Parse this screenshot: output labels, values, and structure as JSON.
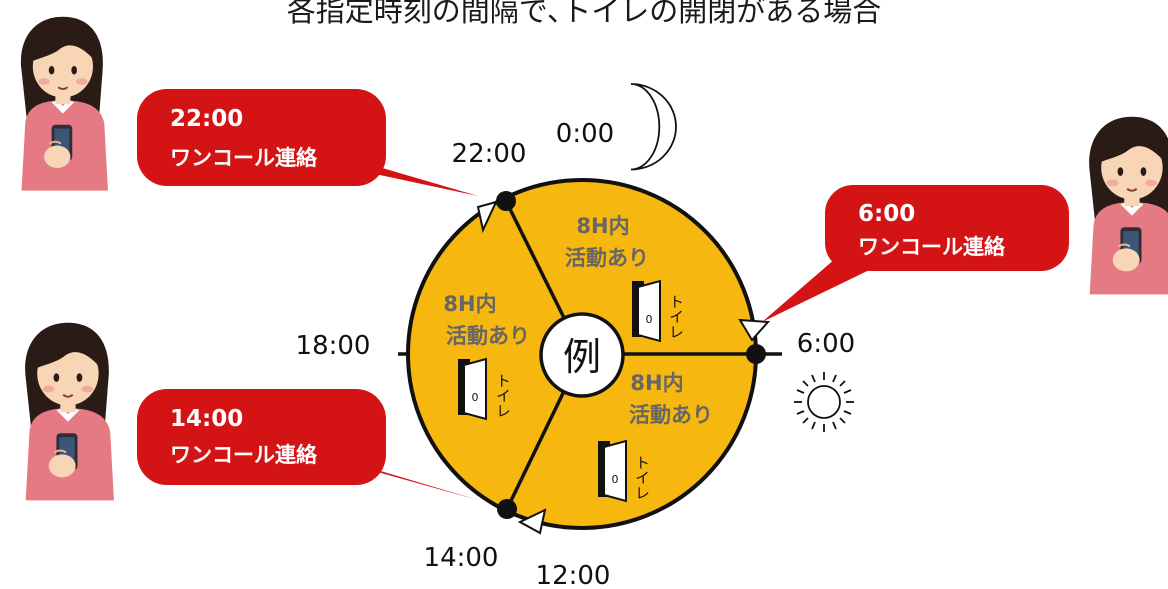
{
  "title": "各指定時刻の間隔で､トイレの開閉がある場合",
  "clock": {
    "center_label": "例",
    "hours": {
      "h0": "0:00",
      "h6": "6:00",
      "h12": "12:00",
      "h14": "14:00",
      "h18": "18:00",
      "h22": "22:00"
    },
    "segments": [
      {
        "line1": "8H内",
        "line2": "活動あり",
        "door_label": "トイレ",
        "door_mark": "0"
      },
      {
        "line1": "8H内",
        "line2": "活動あり",
        "door_label": "トイレ",
        "door_mark": "0"
      },
      {
        "line1": "8H内",
        "line2": "活動あり",
        "door_label": "トイレ",
        "door_mark": "0"
      }
    ]
  },
  "callouts": [
    {
      "time": "22:00",
      "text": "ワンコール連絡"
    },
    {
      "time": "6:00",
      "text": "ワンコール連絡"
    },
    {
      "time": "14:00",
      "text": "ワンコール連絡"
    }
  ],
  "colors": {
    "clock_fill": "#F6B70E",
    "callout_red": "#D41414",
    "segment_text": "#666666",
    "skin": "#F8D6B5",
    "hair": "#2B1B16",
    "sweater": "#E57A85"
  },
  "icons": [
    "moon-icon",
    "sun-icon",
    "door-icon",
    "woman-with-phone-icon"
  ]
}
